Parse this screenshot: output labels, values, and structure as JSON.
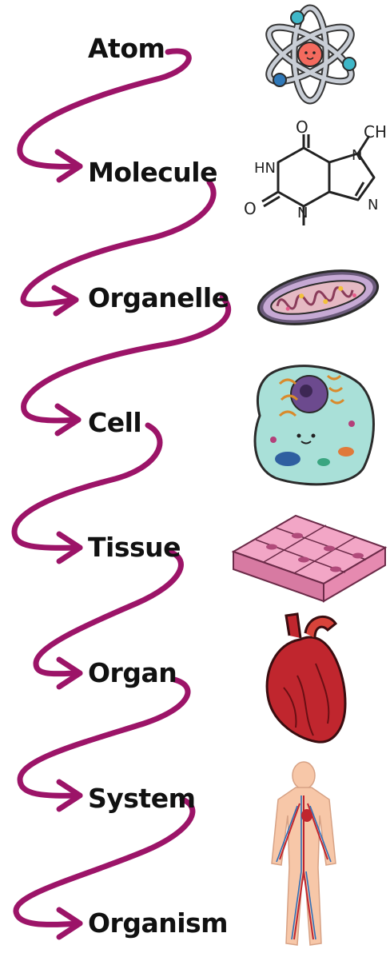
{
  "levels": [
    {
      "label": "Atom",
      "icon": "atom-icon"
    },
    {
      "label": "Molecule",
      "icon": "molecule-icon"
    },
    {
      "label": "Organelle",
      "icon": "mitochondrion-icon"
    },
    {
      "label": "Cell",
      "icon": "cell-icon"
    },
    {
      "label": "Tissue",
      "icon": "tissue-icon"
    },
    {
      "label": "Organ",
      "icon": "heart-icon"
    },
    {
      "label": "System",
      "icon": "human-circulatory-system-icon"
    },
    {
      "label": "Organism",
      "icon": "organism-icon"
    }
  ],
  "molecule_atoms": {
    "o_top": "O",
    "o_left": "O",
    "methyl": "CH",
    "hn": "HN",
    "n_top": "N",
    "n_right": "N",
    "n_bottom": "N"
  },
  "colors": {
    "arrow": "#9c1468",
    "text": "#111111"
  }
}
